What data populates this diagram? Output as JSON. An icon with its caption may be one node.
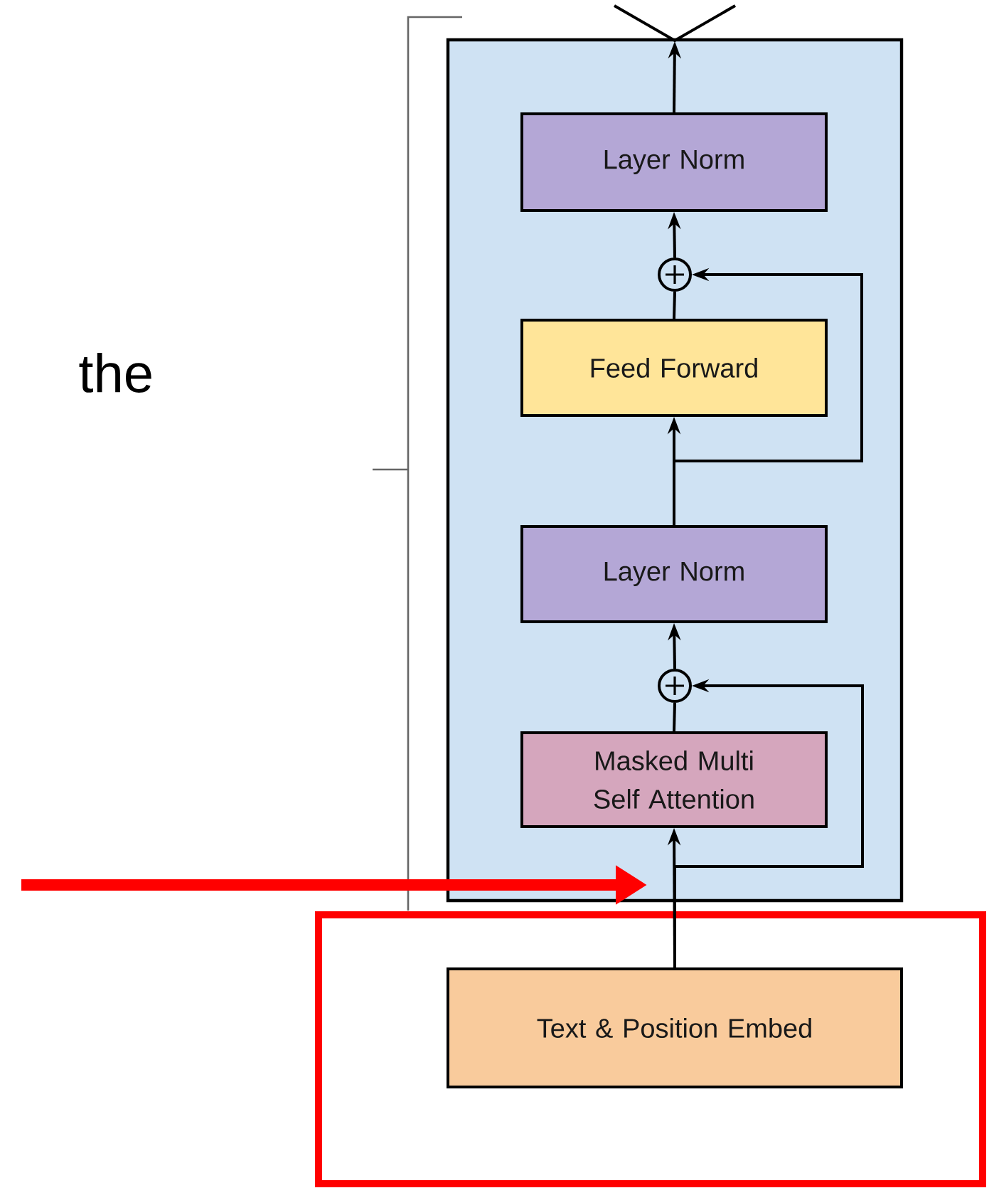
{
  "diagram": {
    "nodes": [
      {
        "text": [],
        "shape": "box"
      },
      {
        "text": [
          "Layer Norm"
        ],
        "in": 0
      },
      {
        "text": [],
        "shape": "circle",
        "in": 0
      },
      {
        "text": [
          "Feed Forward"
        ],
        "in": 0
      },
      {
        "text": [
          "Layer Norm"
        ],
        "in": 0
      },
      {
        "text": [],
        "shape": "circle",
        "in": 0
      },
      {
        "text": [
          "Masked Multi Self Attention"
        ],
        "in": 0
      },
      {
        "text": [],
        "shape": "box"
      },
      {
        "text": [
          "Text & Position Embed"
        ],
        "in": 7
      }
    ],
    "edges": [
      {
        "from": 1,
        "to": null,
        "arrow": "to"
      },
      {
        "from": 2,
        "to": 1,
        "arrow": "to"
      },
      {
        "from": 3,
        "to": 2,
        "arrow": "none"
      },
      {
        "from": 4,
        "to": 3,
        "arrow": "to"
      },
      {
        "from": 4,
        "to": 2,
        "arrow": "to"
      },
      {
        "from": 5,
        "to": 4,
        "arrow": "to"
      },
      {
        "from": 6,
        "to": 5,
        "arrow": "none"
      },
      {
        "from": 8,
        "to": 6,
        "arrow": "to"
      },
      {
        "from": 8,
        "to": 5,
        "arrow": "to"
      },
      {
        "from": null,
        "to": 0,
        "arrow": "to",
        "style": "thick",
        "color": "#ff0000"
      }
    ],
    "labels": [
      "the"
    ]
  }
}
